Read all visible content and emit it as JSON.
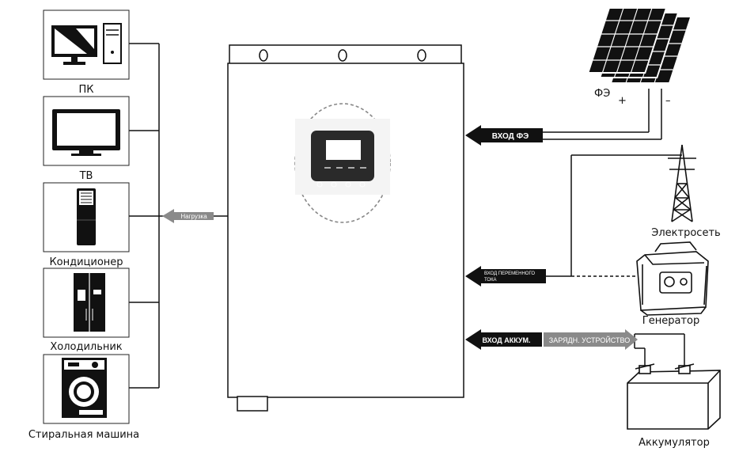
{
  "loads": {
    "pc": "ПК",
    "tv": "ТВ",
    "ac": "Кондиционер",
    "fridge": "Холодильник",
    "washer": "Стиральная машина"
  },
  "load_arrow": "Нагрузка",
  "pv": {
    "label": "ФЭ",
    "plus": "+",
    "minus": "–",
    "input_arrow": "ВХОД ФЭ"
  },
  "grid": {
    "label": "Электросеть",
    "ac_input_line1": "ВХОД ПЕРЕМЕННОГО",
    "ac_input_line2": "ТОКА"
  },
  "generator": {
    "label": "Генератор"
  },
  "battery": {
    "label": "Аккумулятор",
    "input_arrow": "ВХОД АККУМ.",
    "charger_arrow": "ЗАРЯДН. УСТРОЙСТВО"
  },
  "colors": {
    "arrow_dark": "#111111",
    "arrow_gray": "#8a8a8a",
    "line": "#111111"
  }
}
